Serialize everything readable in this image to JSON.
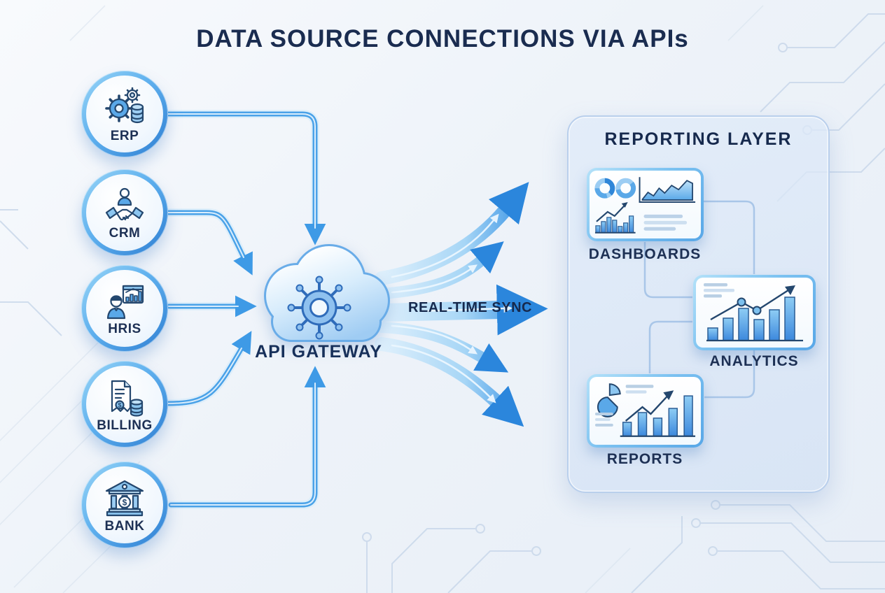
{
  "title": "DATA SOURCE CONNECTIONS VIA APIs",
  "sources": [
    {
      "label": "ERP",
      "icon": "gears-database-icon"
    },
    {
      "label": "CRM",
      "icon": "handshake-person-icon"
    },
    {
      "label": "HRIS",
      "icon": "person-presentation-icon"
    },
    {
      "label": "BILLING",
      "icon": "invoice-coins-icon"
    },
    {
      "label": "BANK",
      "icon": "bank-building-icon"
    }
  ],
  "gateway": {
    "label": "API GATEWAY",
    "icon": "api-hub-cloud-icon"
  },
  "sync_label": "REAL-TIME SYNC",
  "reporting": {
    "title": "REPORTING LAYER",
    "nodes": [
      {
        "label": "DASHBOARDS",
        "icon": "dashboard-charts-icon"
      },
      {
        "label": "ANALYTICS",
        "icon": "bar-trend-chart-icon"
      },
      {
        "label": "REPORTS",
        "icon": "pie-bar-chart-icon"
      }
    ]
  },
  "colors": {
    "navy_text": "#1a2c50",
    "accent_blue": "#3e9ae6",
    "arrow_blue": "#2f8ee2",
    "ring_gradient": [
      "#9bd7f7",
      "#2e7ed2"
    ],
    "panel_border": "#b9cfec",
    "circuit_line": "#c9d8ea"
  }
}
